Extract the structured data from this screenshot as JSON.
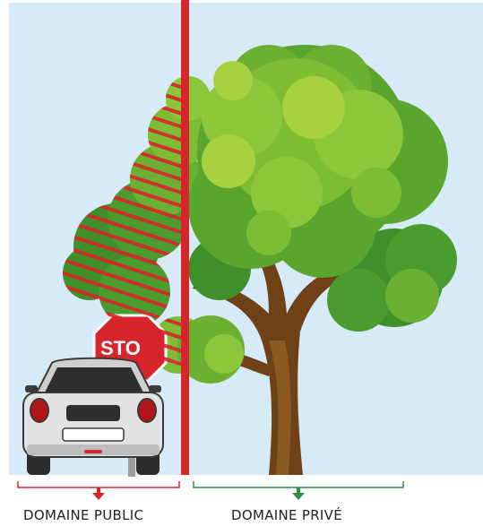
{
  "zones": {
    "public": {
      "label": "DOMAINE PUBLIC",
      "color": "#d7262b"
    },
    "prive": {
      "label": "DOMAINE PRIVÉ",
      "color": "#2f8f3d"
    }
  },
  "sign": {
    "text": "STO"
  },
  "colors": {
    "sky": "#d6eaf8",
    "boundary": "#d7262b"
  },
  "icons": [
    "arrow-down-icon",
    "stop-sign-icon",
    "car-icon",
    "tree-icon"
  ]
}
